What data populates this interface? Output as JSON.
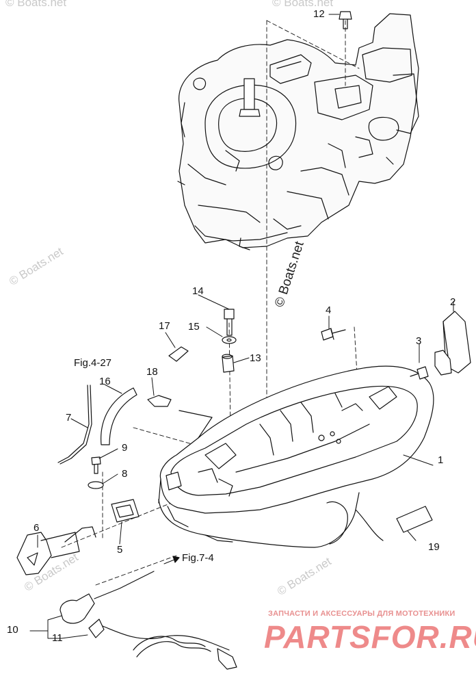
{
  "callouts": [
    {
      "key": "1",
      "text": "1"
    },
    {
      "key": "2",
      "text": "2"
    },
    {
      "key": "3",
      "text": "3"
    },
    {
      "key": "4",
      "text": "4"
    },
    {
      "key": "5",
      "text": "5"
    },
    {
      "key": "6",
      "text": "6"
    },
    {
      "key": "7",
      "text": "7"
    },
    {
      "key": "8",
      "text": "8"
    },
    {
      "key": "9",
      "text": "9"
    },
    {
      "key": "10",
      "text": "10"
    },
    {
      "key": "11",
      "text": "11"
    },
    {
      "key": "12",
      "text": "12"
    },
    {
      "key": "13",
      "text": "13"
    },
    {
      "key": "14",
      "text": "14"
    },
    {
      "key": "15",
      "text": "15"
    },
    {
      "key": "16",
      "text": "16"
    },
    {
      "key": "17",
      "text": "17"
    },
    {
      "key": "18",
      "text": "18"
    },
    {
      "key": "19",
      "text": "19"
    }
  ],
  "figure_refs": {
    "fig_4_27": "Fig.4-27",
    "fig_7_4": "Fig.7-4"
  },
  "watermarks": {
    "boats_net": "© Boats.net"
  },
  "branding": {
    "tagline": "ЗАПЧАСТИ И АКСЕССУАРЫ ДЛЯ МОТОТЕХНИКИ",
    "site": "PARTSFOR.RU"
  }
}
